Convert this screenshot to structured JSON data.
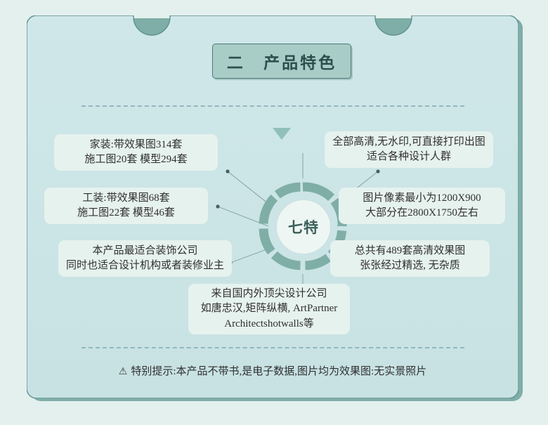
{
  "page": {
    "background_color": "#e3f0ee",
    "card_color": "#cfe6e8",
    "accent_color": "#7fada7"
  },
  "title": {
    "text": "二   产品特色",
    "box_color": "#a8ccc6",
    "border_color": "#4a7d77"
  },
  "hub": {
    "label": "七特",
    "ring_color": "#7fae a6",
    "core_color": "#eef6f3"
  },
  "arrow": {
    "icon": "triangle-down-icon",
    "color": "#8fc0b9"
  },
  "features": [
    {
      "id": "home-decoration",
      "side": "left",
      "lines": [
        "家装:带效果图314套",
        "施工图20套 模型294套"
      ]
    },
    {
      "id": "commercial-decoration",
      "side": "left",
      "lines": [
        "工装:带效果图68套",
        "施工图22套 模型46套"
      ]
    },
    {
      "id": "target-audience",
      "side": "left",
      "lines": [
        "本产品最适合装饰公司",
        "同时也适合设计机构或者装修业主"
      ]
    },
    {
      "id": "hd-no-watermark",
      "side": "right",
      "lines": [
        "全部高清,无水印,可直接打印出图",
        "适合各种设计人群"
      ]
    },
    {
      "id": "resolution",
      "side": "right",
      "lines": [
        "图片像素最小为1200X900",
        "大部分在2800X1750左右"
      ]
    },
    {
      "id": "total-count",
      "side": "right",
      "lines": [
        "总共有489套高清效果图",
        "张张经过精选, 无杂质"
      ]
    },
    {
      "id": "design-firms",
      "side": "bottom",
      "lines": [
        "来自国内外顶尖设计公司",
        "如唐忠汉,矩阵纵横, ArtPartner",
        "Architectshotwalls等"
      ]
    }
  ],
  "notice": {
    "icon": "warning-triangle-icon",
    "glyph": "⚠",
    "text": "特别提示:本产品不带书,是电子数据,图片均为效果图:无实景照片"
  }
}
